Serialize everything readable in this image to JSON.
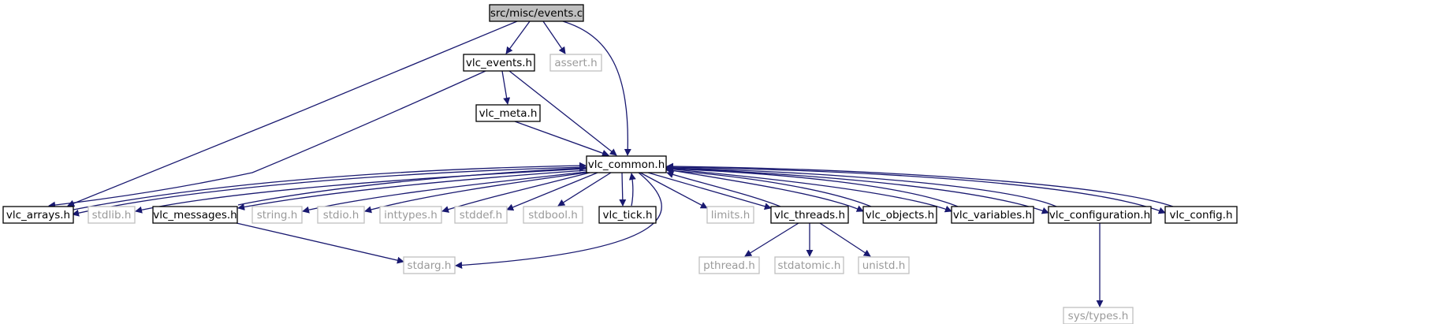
{
  "graph": {
    "colors": {
      "edge": "#191970",
      "node_border": "#000000",
      "external_border": "#bfbfbf",
      "external_text": "#9a9a9a",
      "root_fill": "#bfbfbf",
      "node_fill": "#ffffff",
      "text": "#000000"
    },
    "nodes": [
      {
        "id": "events_c",
        "label": "src/misc/events.c",
        "style": "root"
      },
      {
        "id": "vlc_events",
        "label": "vlc_events.h",
        "style": "normal"
      },
      {
        "id": "assert",
        "label": "assert.h",
        "style": "external"
      },
      {
        "id": "vlc_meta",
        "label": "vlc_meta.h",
        "style": "normal"
      },
      {
        "id": "vlc_common",
        "label": "vlc_common.h",
        "style": "normal"
      },
      {
        "id": "vlc_arrays",
        "label": "vlc_arrays.h",
        "style": "normal"
      },
      {
        "id": "stdlib",
        "label": "stdlib.h",
        "style": "external"
      },
      {
        "id": "vlc_messages",
        "label": "vlc_messages.h",
        "style": "normal"
      },
      {
        "id": "string",
        "label": "string.h",
        "style": "external"
      },
      {
        "id": "stdio",
        "label": "stdio.h",
        "style": "external"
      },
      {
        "id": "inttypes",
        "label": "inttypes.h",
        "style": "external"
      },
      {
        "id": "stddef",
        "label": "stddef.h",
        "style": "external"
      },
      {
        "id": "stdbool",
        "label": "stdbool.h",
        "style": "external"
      },
      {
        "id": "vlc_tick",
        "label": "vlc_tick.h",
        "style": "normal"
      },
      {
        "id": "limits",
        "label": "limits.h",
        "style": "external"
      },
      {
        "id": "vlc_threads",
        "label": "vlc_threads.h",
        "style": "normal"
      },
      {
        "id": "vlc_objects",
        "label": "vlc_objects.h",
        "style": "normal"
      },
      {
        "id": "vlc_variables",
        "label": "vlc_variables.h",
        "style": "normal"
      },
      {
        "id": "vlc_configuration",
        "label": "vlc_configuration.h",
        "style": "normal"
      },
      {
        "id": "vlc_config",
        "label": "vlc_config.h",
        "style": "normal"
      },
      {
        "id": "stdarg",
        "label": "stdarg.h",
        "style": "external"
      },
      {
        "id": "pthread",
        "label": "pthread.h",
        "style": "external"
      },
      {
        "id": "stdatomic",
        "label": "stdatomic.h",
        "style": "external"
      },
      {
        "id": "unistd",
        "label": "unistd.h",
        "style": "external"
      },
      {
        "id": "sys_types",
        "label": "sys/types.h",
        "style": "external"
      }
    ],
    "edges": [
      {
        "from": "events_c",
        "to": "vlc_events"
      },
      {
        "from": "events_c",
        "to": "assert"
      },
      {
        "from": "events_c",
        "to": "vlc_common"
      },
      {
        "from": "events_c",
        "to": "vlc_arrays"
      },
      {
        "from": "vlc_events",
        "to": "vlc_meta"
      },
      {
        "from": "vlc_events",
        "to": "vlc_common"
      },
      {
        "from": "vlc_events",
        "to": "vlc_arrays"
      },
      {
        "from": "vlc_meta",
        "to": "vlc_common"
      },
      {
        "from": "vlc_common",
        "to": "vlc_arrays"
      },
      {
        "from": "vlc_common",
        "to": "stdlib"
      },
      {
        "from": "vlc_common",
        "to": "vlc_messages"
      },
      {
        "from": "vlc_common",
        "to": "string"
      },
      {
        "from": "vlc_common",
        "to": "stdio"
      },
      {
        "from": "vlc_common",
        "to": "inttypes"
      },
      {
        "from": "vlc_common",
        "to": "stddef"
      },
      {
        "from": "vlc_common",
        "to": "stdbool"
      },
      {
        "from": "vlc_common",
        "to": "vlc_tick"
      },
      {
        "from": "vlc_common",
        "to": "limits"
      },
      {
        "from": "vlc_common",
        "to": "vlc_threads"
      },
      {
        "from": "vlc_common",
        "to": "vlc_objects"
      },
      {
        "from": "vlc_common",
        "to": "vlc_variables"
      },
      {
        "from": "vlc_common",
        "to": "vlc_configuration"
      },
      {
        "from": "vlc_common",
        "to": "vlc_config"
      },
      {
        "from": "vlc_common",
        "to": "stdarg"
      },
      {
        "from": "vlc_arrays",
        "to": "vlc_common"
      },
      {
        "from": "vlc_messages",
        "to": "vlc_common"
      },
      {
        "from": "vlc_messages",
        "to": "stdarg"
      },
      {
        "from": "vlc_tick",
        "to": "vlc_common"
      },
      {
        "from": "vlc_threads",
        "to": "vlc_common"
      },
      {
        "from": "vlc_threads",
        "to": "pthread"
      },
      {
        "from": "vlc_threads",
        "to": "stdatomic"
      },
      {
        "from": "vlc_threads",
        "to": "unistd"
      },
      {
        "from": "vlc_objects",
        "to": "vlc_common"
      },
      {
        "from": "vlc_variables",
        "to": "vlc_common"
      },
      {
        "from": "vlc_configuration",
        "to": "vlc_common"
      },
      {
        "from": "vlc_configuration",
        "to": "sys_types"
      },
      {
        "from": "vlc_config",
        "to": "vlc_common"
      }
    ]
  }
}
